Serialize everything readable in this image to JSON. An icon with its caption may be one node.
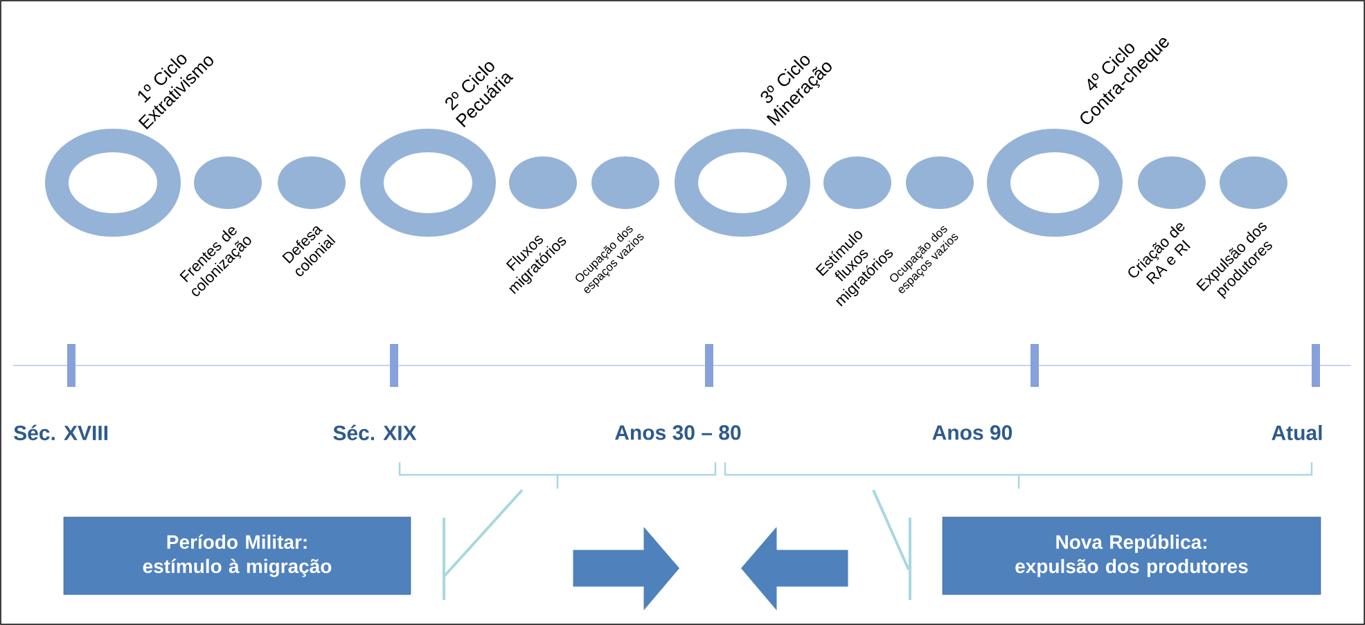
{
  "diagram": {
    "nodes": [
      {
        "text": [],
        "shape": "ring",
        "beside": [
          "1º Ciclo Extrativismo"
        ]
      },
      {
        "text": [],
        "shape": "circle",
        "beside": [
          "Frentes de colonização"
        ]
      },
      {
        "text": [],
        "shape": "circle",
        "beside": [
          "Defesa colonial"
        ]
      },
      {
        "text": [],
        "shape": "ring",
        "beside": [
          "2º Ciclo Pecuária"
        ]
      },
      {
        "text": [],
        "shape": "circle",
        "beside": [
          "Fluxos migratórios"
        ]
      },
      {
        "text": [],
        "shape": "circle",
        "beside": [
          "Ocupação dos espaços vazios"
        ]
      },
      {
        "text": [],
        "shape": "ring",
        "beside": [
          "3º Ciclo Mineração"
        ]
      },
      {
        "text": [],
        "shape": "circle",
        "beside": [
          "Estímulo fluxos migratórios"
        ]
      },
      {
        "text": [],
        "shape": "circle",
        "beside": [
          "Ocupação dos espaços vazios"
        ]
      },
      {
        "text": [],
        "shape": "ring",
        "beside": [
          "4º Ciclo Contra-cheque"
        ]
      },
      {
        "text": [],
        "shape": "circle",
        "beside": [
          "Criação de RA e RI"
        ]
      },
      {
        "text": [],
        "shape": "circle",
        "beside": [
          "Expulsão dos produtores"
        ]
      },
      {
        "text": [
          "Período Militar: estímulo à migração"
        ]
      },
      {
        "text": [
          "Nova República: expulsão dos produtores"
        ]
      }
    ],
    "labels": [
      "Séc. XVIII",
      "Séc. XIX",
      "Anos 30 – 80",
      "Anos 90",
      "Atual"
    ]
  }
}
